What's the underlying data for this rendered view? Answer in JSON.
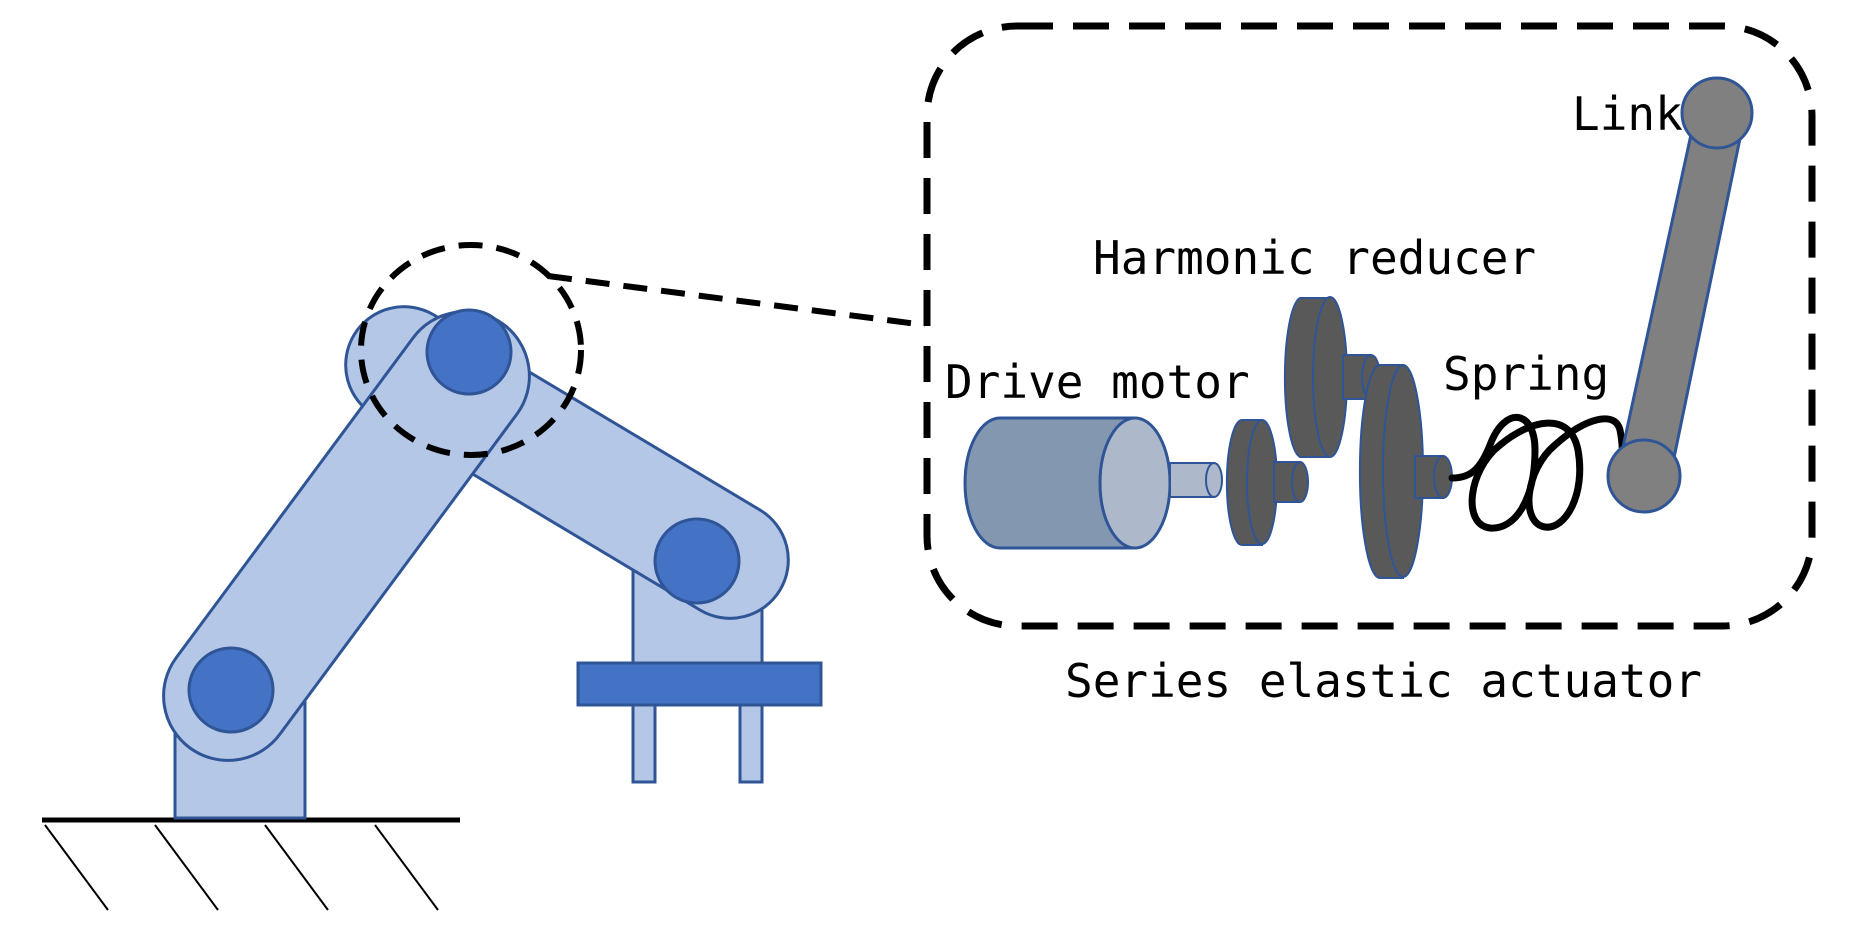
{
  "labels": {
    "link": "Link",
    "harmonic_reducer": "Harmonic reducer",
    "drive_motor": "Drive motor",
    "spring": "Spring",
    "series_elastic_actuator": "Series elastic actuator"
  },
  "colors": {
    "arm_fill": "#b4c7e7",
    "arm_stroke": "#2f5597",
    "joint_fill": "#4472c4",
    "motor_body": "#8497b0",
    "motor_face": "#adb9ca",
    "gear_dark": "#595959",
    "link_gray": "#808080",
    "line_black": "#000000"
  }
}
